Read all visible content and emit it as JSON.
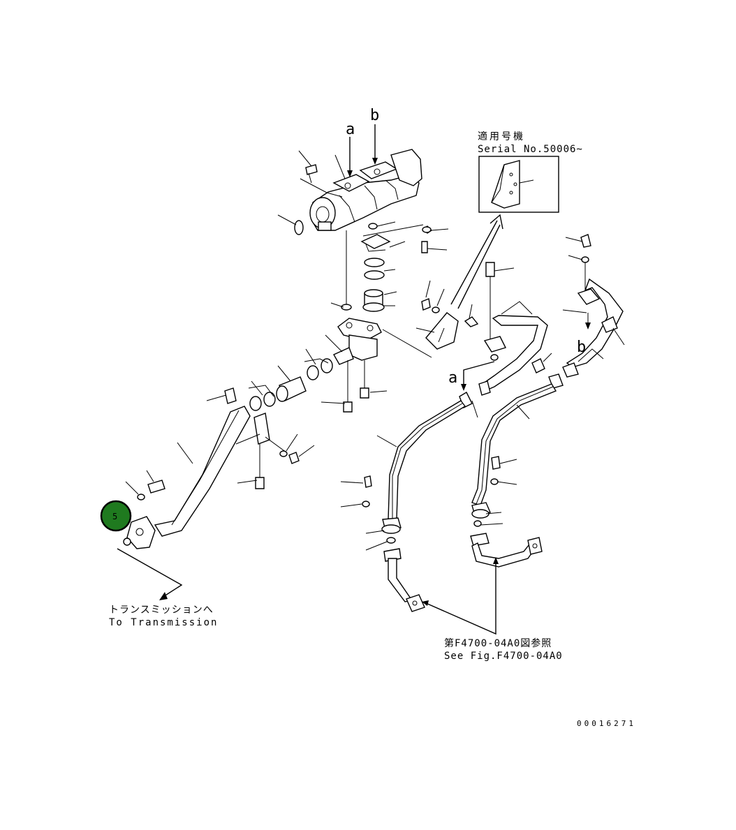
{
  "labels": {
    "connector_a_top": "a",
    "connector_b_top": "b",
    "connector_a_lower": "a",
    "connector_b_lower": "b",
    "serial_ja": "適用号機",
    "serial_en": "Serial No.50006~",
    "transmission_ja": "トランスミッションへ",
    "transmission_en": "To Transmission",
    "see_fig_ja": "第F4700-04A0図参照",
    "see_fig_en": "See Fig.F4700-04A0",
    "drawing_number": "00016271"
  },
  "hotspot": {
    "number": "5",
    "color": "#1f7a1f",
    "border_color": "#000000"
  }
}
